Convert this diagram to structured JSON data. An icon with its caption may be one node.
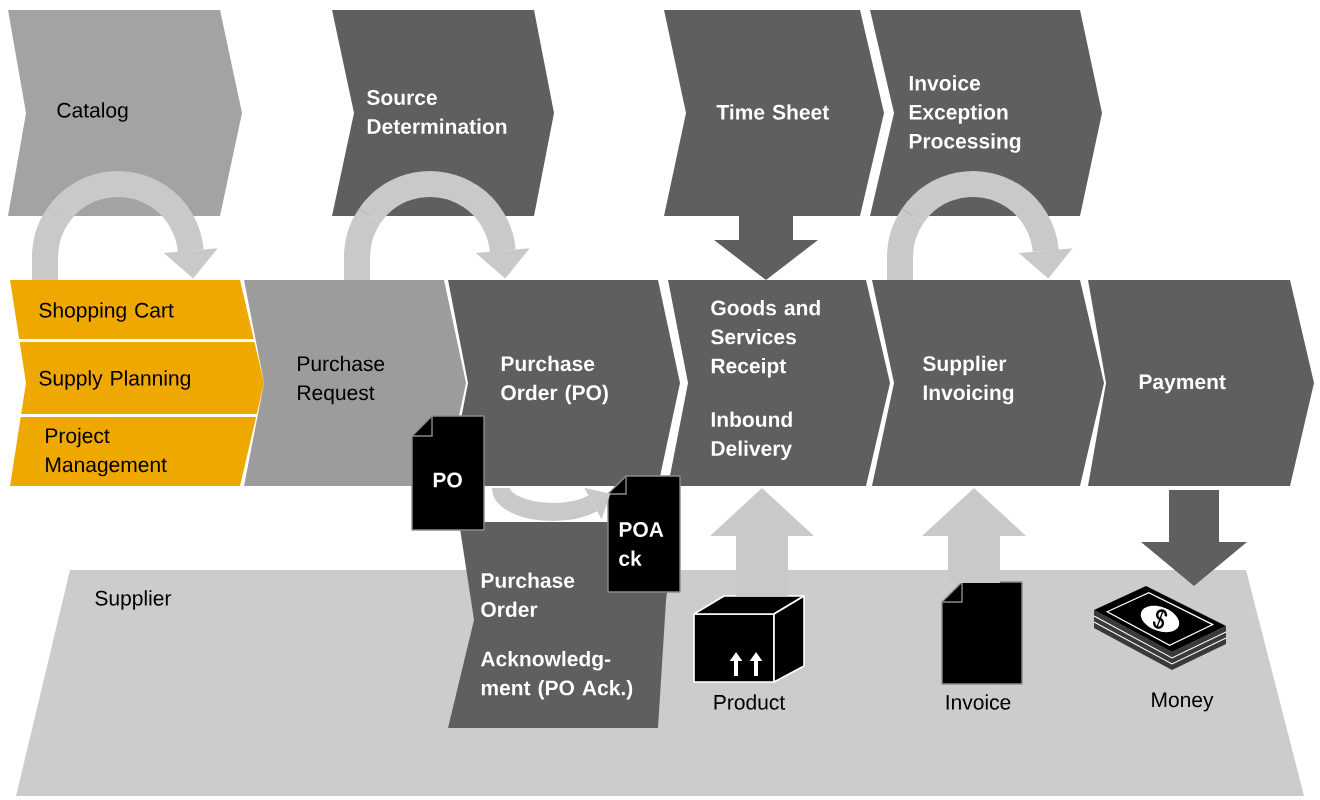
{
  "diagram": {
    "nodes": [
      {
        "text": [
          "Catalog"
        ]
      },
      {
        "text": [
          "Source Determination"
        ]
      },
      {
        "text": [
          "Time Sheet"
        ]
      },
      {
        "text": [
          "Invoice Exception Processing"
        ]
      },
      {
        "text": [
          "Shopping Cart"
        ]
      },
      {
        "text": [
          "Supply Planning"
        ]
      },
      {
        "text": [
          "Project Management"
        ]
      },
      {
        "text": [
          "Purchase Request"
        ]
      },
      {
        "text": [
          "Purchase Order (PO)"
        ]
      },
      {
        "text": [
          "Goods and Services Receipt",
          "Inbound Delivery"
        ]
      },
      {
        "text": [
          "Supplier Invoicing"
        ]
      },
      {
        "text": [
          "Payment"
        ]
      },
      {
        "text": [
          "PO"
        ]
      },
      {
        "text": [
          "POA ck"
        ]
      },
      {
        "text": [
          "Supplier"
        ]
      },
      {
        "text": [
          "Purchase Order",
          "Acknowledg- ment (PO Ack.)"
        ]
      },
      {
        "text": [],
        "shape": "picture",
        "beside": [
          "Product"
        ],
        "in": 14
      },
      {
        "text": [],
        "shape": "document",
        "beside": [
          "Invoice"
        ],
        "in": 14
      },
      {
        "text": [],
        "shape": "picture",
        "beside": [
          "Money"
        ],
        "in": 14
      }
    ],
    "edges": [
      {
        "from": 0,
        "to": 4,
        "arrow": "to"
      },
      {
        "from": 1,
        "to": 8,
        "arrow": "to"
      },
      {
        "from": 2,
        "to": 9,
        "arrow": "to",
        "style": "thick",
        "color": "#5f5f5f"
      },
      {
        "from": 3,
        "to": 10,
        "arrow": "to"
      },
      {
        "from": 12,
        "to": 13,
        "arrow": "to"
      },
      {
        "from": 16,
        "to": 9,
        "arrow": "to",
        "style": "thick"
      },
      {
        "from": 17,
        "to": 10,
        "arrow": "to",
        "style": "thick"
      },
      {
        "from": 11,
        "to": 18,
        "arrow": "to",
        "style": "thick",
        "color": "#5f5f5f"
      },
      {
        "from": 4,
        "to": 0,
        "arrow": "none"
      },
      {
        "from": 7,
        "to": 1,
        "arrow": "none"
      },
      {
        "from": 10,
        "to": 3,
        "arrow": "none"
      }
    ]
  }
}
